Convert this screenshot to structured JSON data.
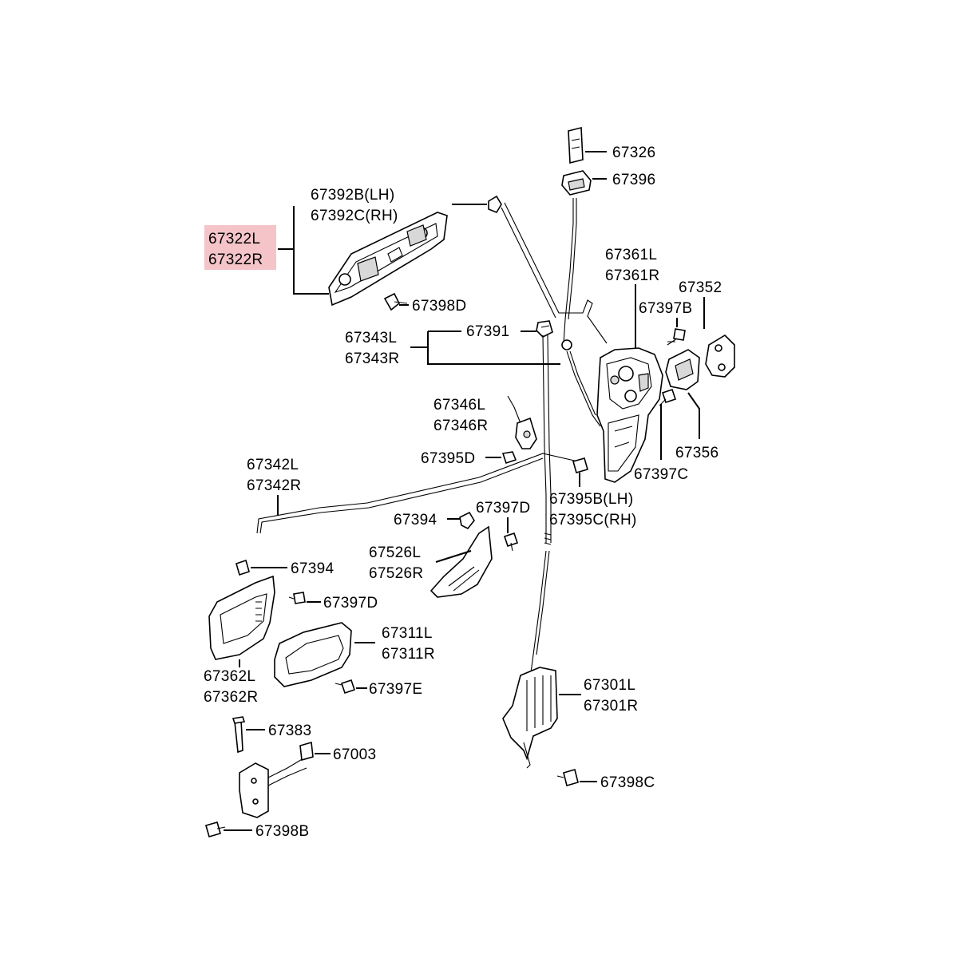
{
  "highlight_color": "#f4c4c8",
  "labels": {
    "p67326": "67326",
    "p67396": "67396",
    "p67392b": "67392B(LH)",
    "p67392c": "67392C(RH)",
    "p67322l": "67322L",
    "p67322r": "67322R",
    "p67398d": "67398D",
    "p67361l": "67361L",
    "p67361r": "67361R",
    "p67352": "67352",
    "p67397b": "67397B",
    "p67343l": "67343L",
    "p67343r": "67343R",
    "p67391": "67391",
    "p67346l": "67346L",
    "p67346r": "67346R",
    "p67356": "67356",
    "p67395d": "67395D",
    "p67397c": "67397C",
    "p67342l": "67342L",
    "p67342r": "67342R",
    "p67395b": "67395B(LH)",
    "p67395c": "67395C(RH)",
    "p67394a": "67394",
    "p67397d_a": "67397D",
    "p67526l": "67526L",
    "p67526r": "67526R",
    "p67394b": "67394",
    "p67397d_b": "67397D",
    "p67311l": "67311L",
    "p67311r": "67311R",
    "p67362l": "67362L",
    "p67362r": "67362R",
    "p67397e": "67397E",
    "p67301l": "67301L",
    "p67301r": "67301R",
    "p67383": "67383",
    "p67003": "67003",
    "p67398c": "67398C",
    "p67398b": "67398B"
  }
}
